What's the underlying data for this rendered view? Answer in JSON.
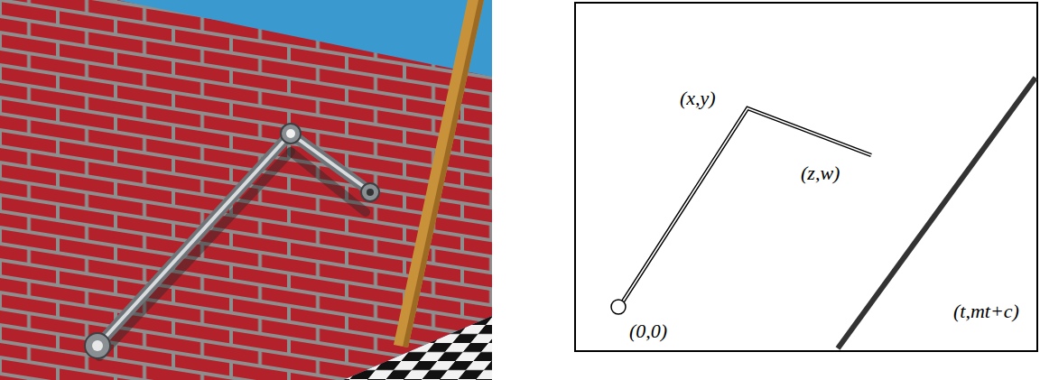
{
  "diagram": {
    "labels": [
      "(x,y)",
      "(z,w)",
      "(0,0)",
      "(t,mt+c)"
    ]
  }
}
